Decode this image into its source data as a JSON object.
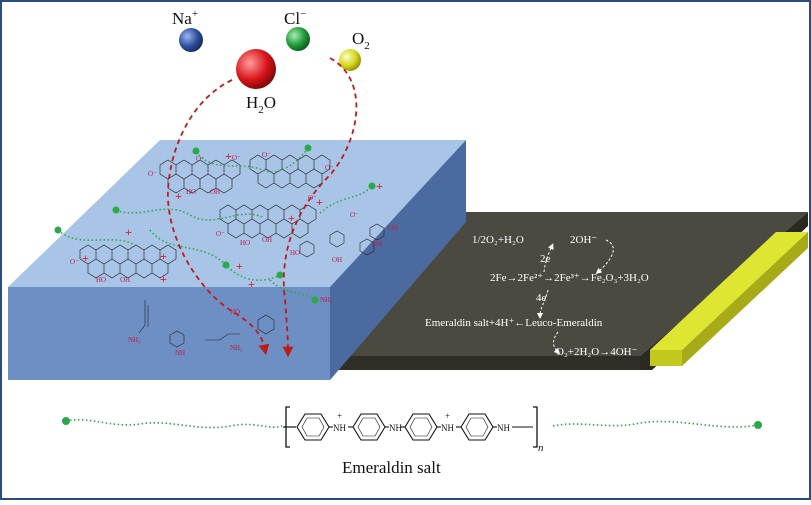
{
  "ions": {
    "na": {
      "base": "Na",
      "sup": "+"
    },
    "cl": {
      "base": "Cl",
      "sup": "−"
    },
    "o2": {
      "base": "O",
      "sub": "2"
    },
    "h2o": {
      "pre": "H",
      "sub": "2",
      "post": "O"
    }
  },
  "reactions": {
    "line1": "1/2O₂+H₂O",
    "oh": "2OH⁻",
    "e2": "2e",
    "line2": "2Fe→2Fe²⁺→2Fe³⁺→Fe₂O₃+3H₂O",
    "e4": "4e",
    "line3": "Emeraldin salt+4H⁺←Leuco-Emeraldin",
    "line4": "O₂+2H₂O→4OH⁻"
  },
  "polymer": {
    "nh_plus": "NH",
    "plus": "+",
    "nh": "NH",
    "subscript_n": "n",
    "caption": "Emeraldin salt"
  },
  "colors": {
    "na_ball": "#2d4f9e",
    "cl_ball": "#1f9a3a",
    "o2_ball": "#d6d61c",
    "h2o_ball": "#d8161b",
    "coating_top": "#a8c4e6",
    "coating_side": "#5d7fb2",
    "steel": "#4a4a40",
    "stripe": "#dfe631",
    "arrow_red": "#c01b1b",
    "chain_green": "#2ca84a"
  }
}
